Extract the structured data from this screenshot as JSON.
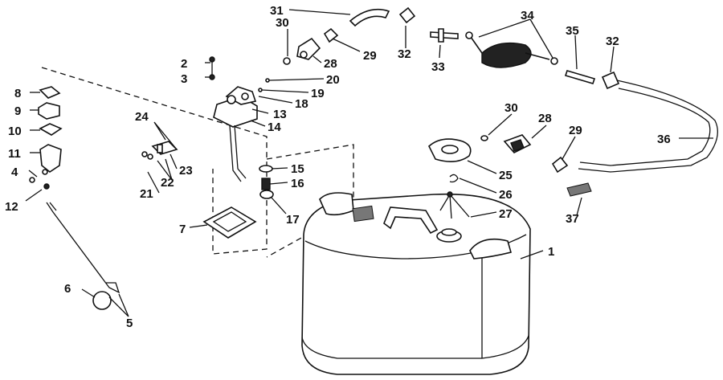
{
  "diagram": {
    "callouts": [
      {
        "id": "1",
        "label": "1"
      },
      {
        "id": "2",
        "label": "2"
      },
      {
        "id": "3",
        "label": "3"
      },
      {
        "id": "4",
        "label": "4"
      },
      {
        "id": "5",
        "label": "5"
      },
      {
        "id": "6",
        "label": "6"
      },
      {
        "id": "7",
        "label": "7"
      },
      {
        "id": "8",
        "label": "8"
      },
      {
        "id": "9",
        "label": "9"
      },
      {
        "id": "10",
        "label": "10"
      },
      {
        "id": "11",
        "label": "11"
      },
      {
        "id": "12",
        "label": "12"
      },
      {
        "id": "13",
        "label": "13"
      },
      {
        "id": "14",
        "label": "14"
      },
      {
        "id": "15",
        "label": "15"
      },
      {
        "id": "16",
        "label": "16"
      },
      {
        "id": "17",
        "label": "17"
      },
      {
        "id": "18",
        "label": "18"
      },
      {
        "id": "19",
        "label": "19"
      },
      {
        "id": "20",
        "label": "20"
      },
      {
        "id": "21",
        "label": "21"
      },
      {
        "id": "22",
        "label": "22"
      },
      {
        "id": "23",
        "label": "23"
      },
      {
        "id": "24",
        "label": "24"
      },
      {
        "id": "25",
        "label": "25"
      },
      {
        "id": "26",
        "label": "26"
      },
      {
        "id": "27",
        "label": "27"
      },
      {
        "id": "28a",
        "label": "28"
      },
      {
        "id": "28b",
        "label": "28"
      },
      {
        "id": "29a",
        "label": "29"
      },
      {
        "id": "29b",
        "label": "29"
      },
      {
        "id": "30a",
        "label": "30"
      },
      {
        "id": "30b",
        "label": "30"
      },
      {
        "id": "31",
        "label": "31"
      },
      {
        "id": "32a",
        "label": "32"
      },
      {
        "id": "32b",
        "label": "32"
      },
      {
        "id": "33",
        "label": "33"
      },
      {
        "id": "34",
        "label": "34"
      },
      {
        "id": "35",
        "label": "35"
      },
      {
        "id": "36",
        "label": "36"
      },
      {
        "id": "37",
        "label": "37"
      }
    ]
  }
}
